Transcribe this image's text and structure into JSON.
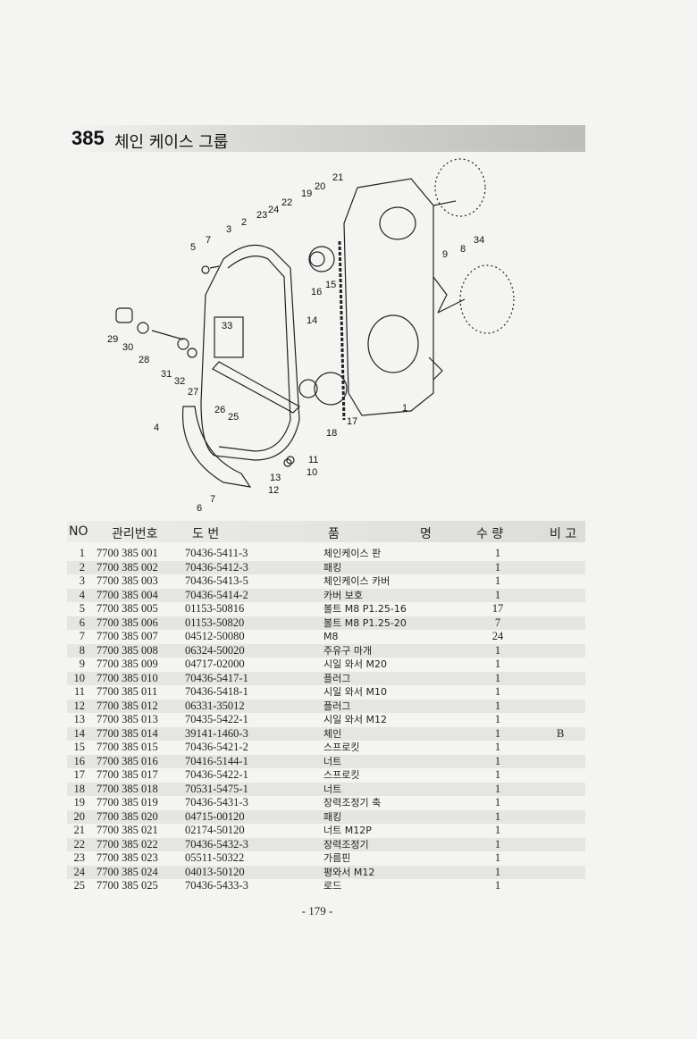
{
  "header": {
    "section_number": "385",
    "section_title": "체인 케이스 그룹"
  },
  "diagram": {
    "callouts": [
      "1",
      "2",
      "3",
      "4",
      "5",
      "6",
      "7",
      "7",
      "8",
      "9",
      "10",
      "11",
      "12",
      "13",
      "14",
      "15",
      "16",
      "17",
      "18",
      "19",
      "20",
      "21",
      "22",
      "23",
      "24",
      "25",
      "26",
      "27",
      "28",
      "29",
      "30",
      "31",
      "32",
      "33",
      "34"
    ]
  },
  "table": {
    "headers": {
      "no": "NO",
      "mgmt": "관리번호",
      "drawing": "도 번",
      "name_a": "품",
      "name_b": "명",
      "qty": "수 량",
      "remark": "비 고"
    },
    "rows": [
      {
        "no": "1",
        "mgmt": "7700 385 001",
        "drawing": "70436-5411-3",
        "name": "체인케이스 판",
        "qty": "1",
        "remark": ""
      },
      {
        "no": "2",
        "mgmt": "7700 385 002",
        "drawing": "70436-5412-3",
        "name": "패킹",
        "qty": "1",
        "remark": ""
      },
      {
        "no": "3",
        "mgmt": "7700 385 003",
        "drawing": "70436-5413-5",
        "name": "체인케이스 카버",
        "qty": "1",
        "remark": ""
      },
      {
        "no": "4",
        "mgmt": "7700 385 004",
        "drawing": "70436-5414-2",
        "name": "카버 보호",
        "qty": "1",
        "remark": ""
      },
      {
        "no": "5",
        "mgmt": "7700 385 005",
        "drawing": "01153-50816",
        "name": "볼트 M8 P1.25-16",
        "qty": "17",
        "remark": ""
      },
      {
        "no": "6",
        "mgmt": "7700 385 006",
        "drawing": "01153-50820",
        "name": "볼트 M8 P1.25-20",
        "qty": "7",
        "remark": ""
      },
      {
        "no": "7",
        "mgmt": "7700 385 007",
        "drawing": "04512-50080",
        "name": "M8",
        "qty": "24",
        "remark": ""
      },
      {
        "no": "8",
        "mgmt": "7700 385 008",
        "drawing": "06324-50020",
        "name": "주유구 마개",
        "qty": "1",
        "remark": ""
      },
      {
        "no": "9",
        "mgmt": "7700 385 009",
        "drawing": "04717-02000",
        "name": "시일 와서 M20",
        "qty": "1",
        "remark": ""
      },
      {
        "no": "10",
        "mgmt": "7700 385 010",
        "drawing": "70436-5417-1",
        "name": "플러그",
        "qty": "1",
        "remark": ""
      },
      {
        "no": "11",
        "mgmt": "7700 385 011",
        "drawing": "70436-5418-1",
        "name": "시일 와서 M10",
        "qty": "1",
        "remark": ""
      },
      {
        "no": "12",
        "mgmt": "7700 385 012",
        "drawing": "06331-35012",
        "name": "플러그",
        "qty": "1",
        "remark": ""
      },
      {
        "no": "13",
        "mgmt": "7700 385 013",
        "drawing": "70435-5422-1",
        "name": "시일 와서 M12",
        "qty": "1",
        "remark": ""
      },
      {
        "no": "14",
        "mgmt": "7700 385 014",
        "drawing": "39141-1460-3",
        "name": "체인",
        "qty": "1",
        "remark": "B"
      },
      {
        "no": "15",
        "mgmt": "7700 385 015",
        "drawing": "70436-5421-2",
        "name": "스프로킷",
        "qty": "1",
        "remark": ""
      },
      {
        "no": "16",
        "mgmt": "7700 385 016",
        "drawing": "70416-5144-1",
        "name": "너트",
        "qty": "1",
        "remark": ""
      },
      {
        "no": "17",
        "mgmt": "7700 385 017",
        "drawing": "70436-5422-1",
        "name": "스프로킷",
        "qty": "1",
        "remark": ""
      },
      {
        "no": "18",
        "mgmt": "7700 385 018",
        "drawing": "70531-5475-1",
        "name": "너트",
        "qty": "1",
        "remark": ""
      },
      {
        "no": "19",
        "mgmt": "7700 385 019",
        "drawing": "70436-5431-3",
        "name": "장력조정기 축",
        "qty": "1",
        "remark": ""
      },
      {
        "no": "20",
        "mgmt": "7700 385 020",
        "drawing": "04715-00120",
        "name": "패킹",
        "qty": "1",
        "remark": ""
      },
      {
        "no": "21",
        "mgmt": "7700 385 021",
        "drawing": "02174-50120",
        "name": "너트 M12P",
        "qty": "1",
        "remark": ""
      },
      {
        "no": "22",
        "mgmt": "7700 385 022",
        "drawing": "70436-5432-3",
        "name": "장력조정기",
        "qty": "1",
        "remark": ""
      },
      {
        "no": "23",
        "mgmt": "7700 385 023",
        "drawing": "05511-50322",
        "name": "가름핀",
        "qty": "1",
        "remark": ""
      },
      {
        "no": "24",
        "mgmt": "7700 385 024",
        "drawing": "04013-50120",
        "name": "평와서 M12",
        "qty": "1",
        "remark": ""
      },
      {
        "no": "25",
        "mgmt": "7700 385 025",
        "drawing": "70436-5433-3",
        "name": "로드",
        "qty": "1",
        "remark": ""
      }
    ]
  },
  "footer": {
    "page": "- 179 -"
  }
}
